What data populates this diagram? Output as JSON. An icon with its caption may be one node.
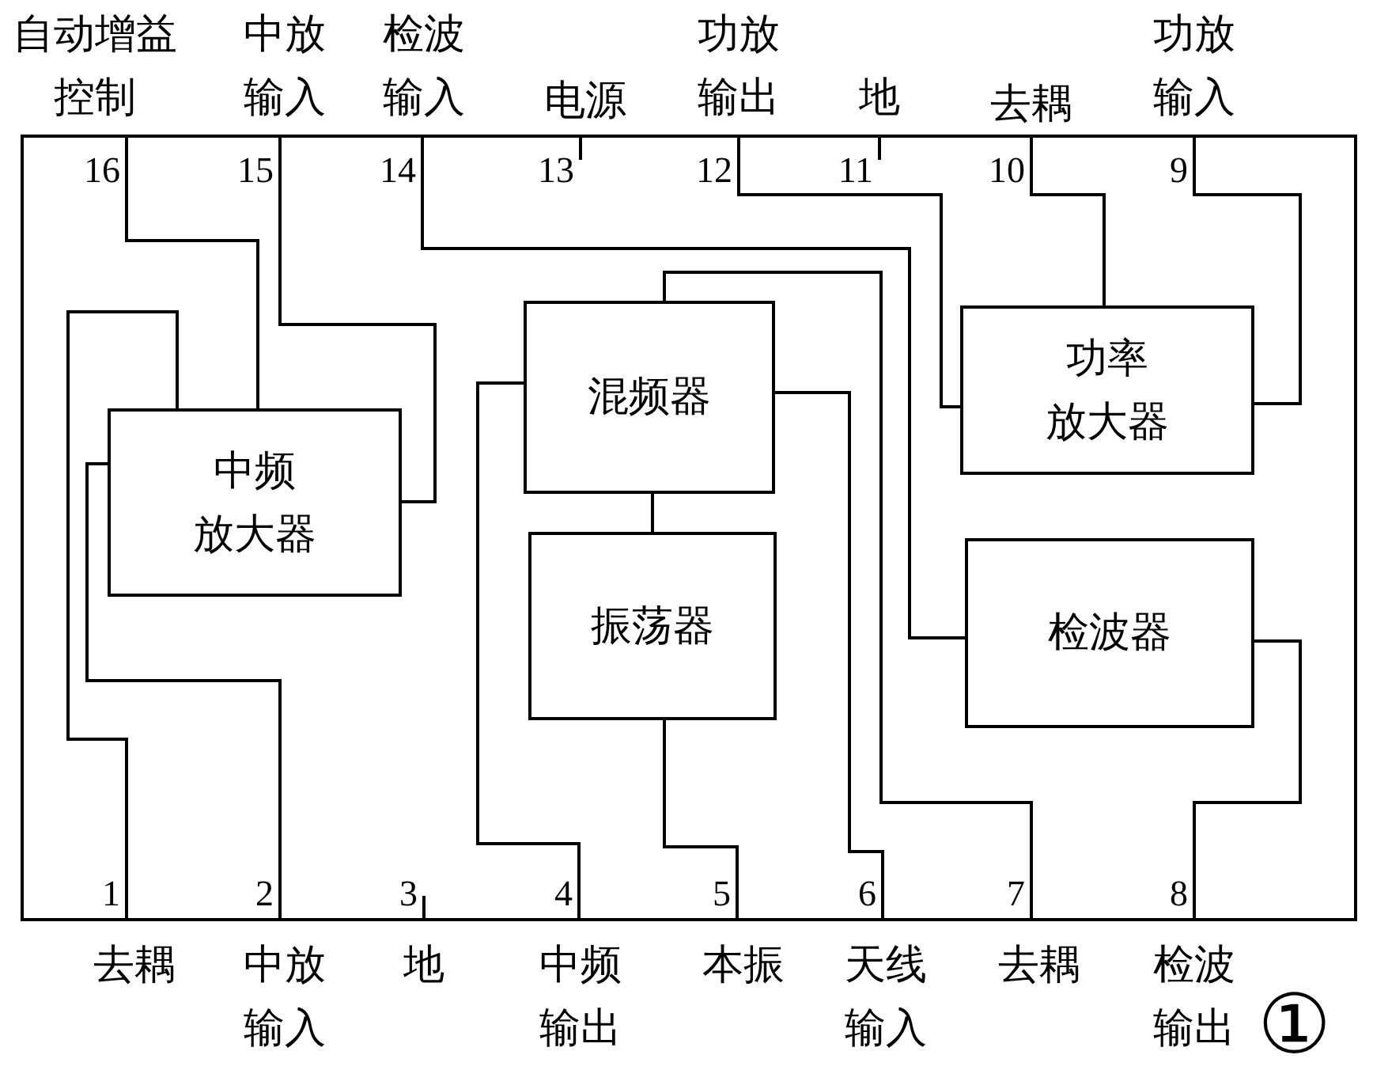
{
  "diagram": {
    "nodes": [
      {
        "text": [],
        "shape": "box"
      },
      {
        "text": [
          "混频器"
        ],
        "in": 0
      },
      {
        "text": [
          "功率放大器"
        ],
        "in": 0
      },
      {
        "text": [
          "中频放大器"
        ],
        "in": 0
      },
      {
        "text": [
          "振荡器"
        ],
        "in": 0
      },
      {
        "text": [
          "检波器"
        ],
        "in": 0
      },
      {
        "text": [
          "16"
        ],
        "beside": [
          "自动增益控制"
        ],
        "in": 0
      },
      {
        "text": [
          "15"
        ],
        "beside": [
          "中放输入"
        ],
        "in": 0
      },
      {
        "text": [
          "14"
        ],
        "beside": [
          "检波输入"
        ],
        "in": 0
      },
      {
        "text": [
          "13"
        ],
        "beside": [
          "电源"
        ],
        "in": 0
      },
      {
        "text": [
          "12"
        ],
        "beside": [
          "功放输出"
        ],
        "in": 0
      },
      {
        "text": [
          "11"
        ],
        "beside": [
          "地"
        ],
        "in": 0
      },
      {
        "text": [
          "10"
        ],
        "beside": [
          "去耦"
        ],
        "in": 0
      },
      {
        "text": [
          "9"
        ],
        "beside": [
          "功放输入"
        ],
        "in": 0
      },
      {
        "text": [
          "1"
        ],
        "beside": [
          "去耦"
        ],
        "in": 0
      },
      {
        "text": [
          "2"
        ],
        "beside": [
          "中放输入"
        ],
        "in": 0
      },
      {
        "text": [
          "3"
        ],
        "beside": [
          "地"
        ],
        "in": 0
      },
      {
        "text": [
          "4"
        ],
        "beside": [
          "中频输出"
        ],
        "in": 0
      },
      {
        "text": [
          "5"
        ],
        "beside": [
          "本振"
        ],
        "in": 0
      },
      {
        "text": [
          "6"
        ],
        "beside": [
          "天线输入"
        ],
        "in": 0
      },
      {
        "text": [
          "7"
        ],
        "beside": [
          "去耦"
        ],
        "in": 0
      },
      {
        "text": [
          "8"
        ],
        "beside": [
          "检波输出"
        ],
        "in": 0
      }
    ],
    "edges": [
      {
        "from": 6,
        "to": 3,
        "arrow": "none"
      },
      {
        "from": 7,
        "to": 3,
        "arrow": "none"
      },
      {
        "from": 8,
        "to": 5,
        "arrow": "none"
      },
      {
        "from": 10,
        "to": 2,
        "arrow": "none"
      },
      {
        "from": 12,
        "to": 2,
        "arrow": "none"
      },
      {
        "from": 13,
        "to": 2,
        "arrow": "none"
      },
      {
        "from": 1,
        "to": 4,
        "arrow": "none"
      },
      {
        "from": 14,
        "to": 3,
        "arrow": "none"
      },
      {
        "from": 15,
        "to": 3,
        "arrow": "none"
      },
      {
        "from": 17,
        "to": 1,
        "arrow": "none"
      },
      {
        "from": 18,
        "to": 4,
        "arrow": "none"
      },
      {
        "from": 19,
        "to": 1,
        "arrow": "none"
      },
      {
        "from": 20,
        "to": 1,
        "arrow": "none"
      },
      {
        "from": 21,
        "to": 5,
        "arrow": "none"
      }
    ],
    "labels": [
      "①"
    ]
  }
}
